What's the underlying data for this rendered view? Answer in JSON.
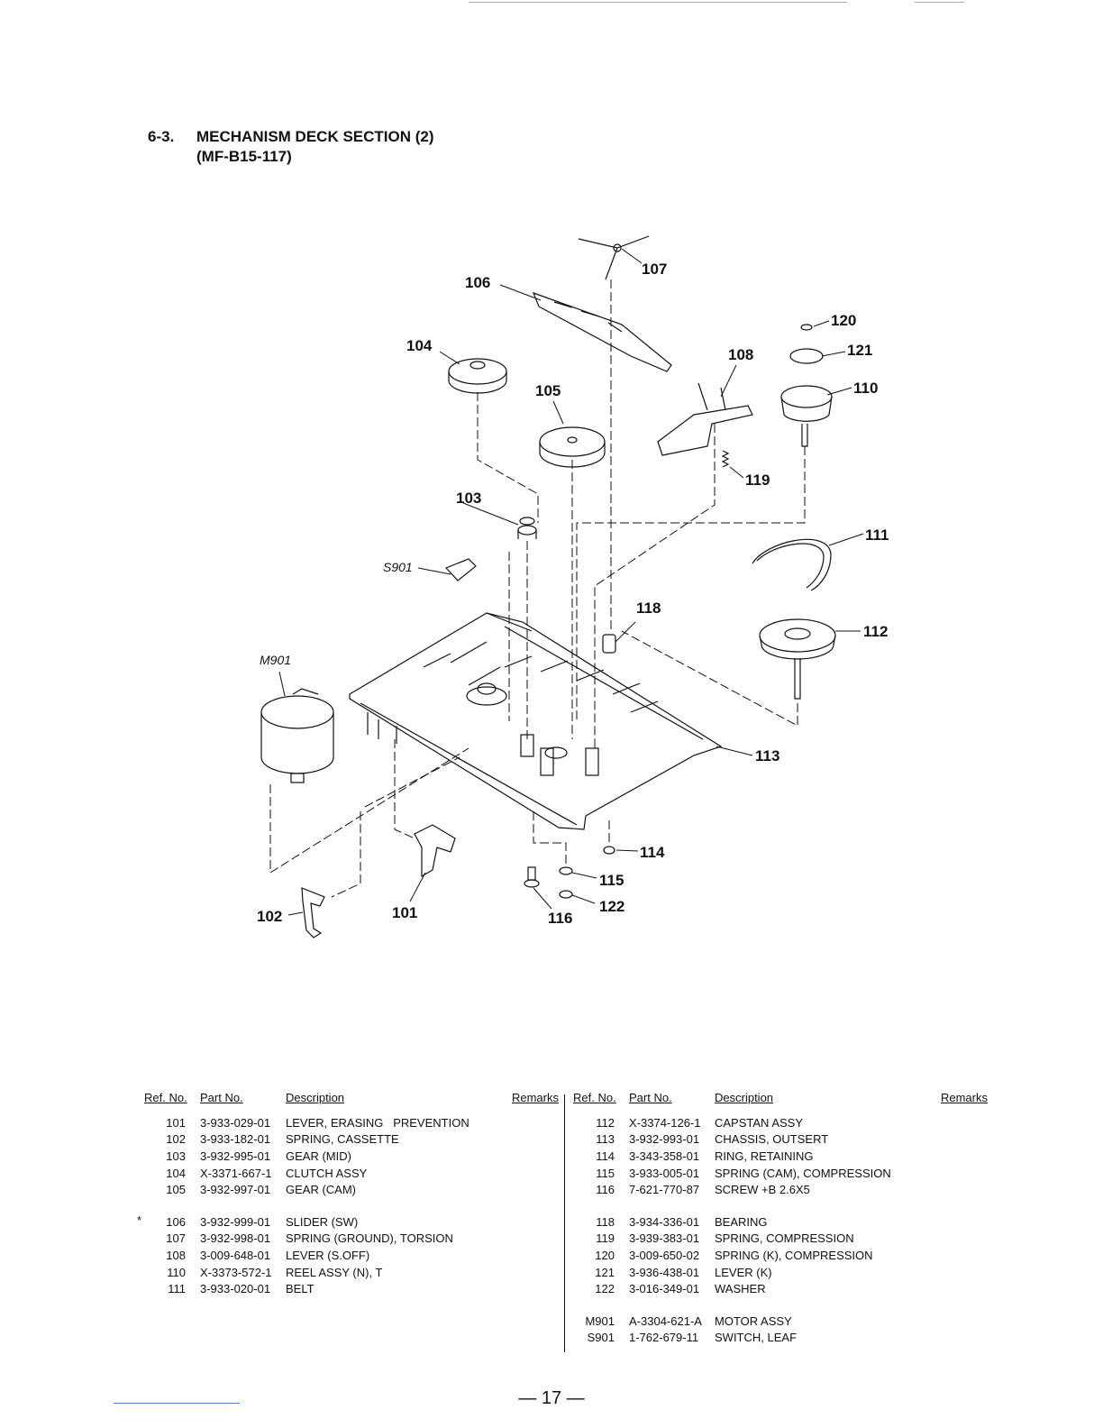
{
  "section": {
    "number": "6-3.",
    "title": "MECHANISM DECK SECTION (2)",
    "model": "(MF-B15-117)"
  },
  "callouts": {
    "c101": "101",
    "c102": "102",
    "c103": "103",
    "c104": "104",
    "c105": "105",
    "c106": "106",
    "c107": "107",
    "c108": "108",
    "c110": "110",
    "c111": "111",
    "c112": "112",
    "c113": "113",
    "c114": "114",
    "c115": "115",
    "c116": "116",
    "c118": "118",
    "c119": "119",
    "c120": "120",
    "c121": "121",
    "c122": "122",
    "m901": "M901",
    "s901": "S901"
  },
  "table": {
    "headers": {
      "ref": "Ref. No.",
      "part": "Part No.",
      "desc": "Description",
      "remarks": "Remarks"
    },
    "left_group1": [
      {
        "ref": "101",
        "part": "3-933-029-01",
        "desc": "LEVER, ERASING   PREVENTION"
      },
      {
        "ref": "102",
        "part": "3-933-182-01",
        "desc": "SPRING, CASSETTE"
      },
      {
        "ref": "103",
        "part": "3-932-995-01",
        "desc": "GEAR (MID)"
      },
      {
        "ref": "104",
        "part": "X-3371-667-1",
        "desc": "CLUTCH ASSY"
      },
      {
        "ref": "105",
        "part": "3-932-997-01",
        "desc": "GEAR (CAM)"
      }
    ],
    "left_group2": [
      {
        "mark": "*",
        "ref": "106",
        "part": "3-932-999-01",
        "desc": "SLIDER (SW)"
      },
      {
        "ref": "107",
        "part": "3-932-998-01",
        "desc": "SPRING (GROUND), TORSION"
      },
      {
        "ref": "108",
        "part": "3-009-648-01",
        "desc": "LEVER (S.OFF)"
      },
      {
        "ref": "110",
        "part": "X-3373-572-1",
        "desc": "REEL ASSY (N), T"
      },
      {
        "ref": "111",
        "part": "3-933-020-01",
        "desc": "BELT"
      }
    ],
    "right_group1": [
      {
        "ref": "112",
        "part": "X-3374-126-1",
        "desc": "CAPSTAN ASSY"
      },
      {
        "ref": "113",
        "part": "3-932-993-01",
        "desc": "CHASSIS, OUTSERT"
      },
      {
        "ref": "114",
        "part": "3-343-358-01",
        "desc": "RING, RETAINING"
      },
      {
        "ref": "115",
        "part": "3-933-005-01",
        "desc": "SPRING (CAM), COMPRESSION"
      },
      {
        "ref": "116",
        "part": "7-621-770-87",
        "desc": "SCREW +B 2.6X5"
      }
    ],
    "right_group2": [
      {
        "ref": "118",
        "part": "3-934-336-01",
        "desc": "BEARING"
      },
      {
        "ref": "119",
        "part": "3-939-383-01",
        "desc": "SPRING, COMPRESSION"
      },
      {
        "ref": "120",
        "part": "3-009-650-02",
        "desc": "SPRING (K), COMPRESSION"
      },
      {
        "ref": "121",
        "part": "3-936-438-01",
        "desc": "LEVER (K)"
      },
      {
        "ref": "122",
        "part": "3-016-349-01",
        "desc": "WASHER"
      }
    ],
    "right_group3": [
      {
        "ref": "M901",
        "part": "A-3304-621-A",
        "desc": "MOTOR ASSY"
      },
      {
        "ref": "S901",
        "part": "1-762-679-11",
        "desc": "SWITCH, LEAF"
      }
    ]
  },
  "page_number": "— 17 —"
}
